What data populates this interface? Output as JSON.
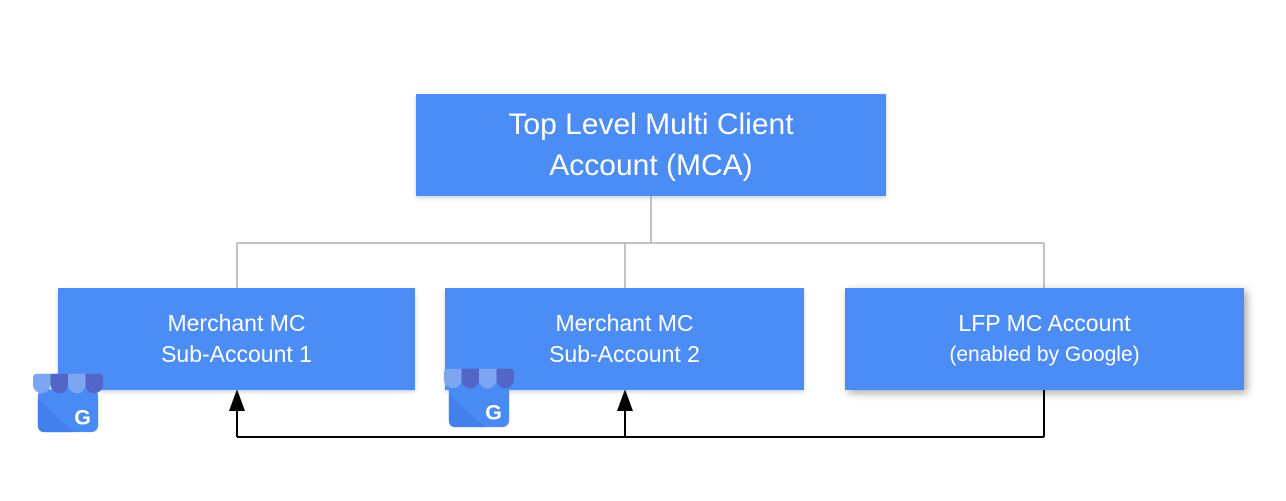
{
  "nodes": {
    "mca": {
      "line1": "Top Level Multi Client",
      "line2": "Account (MCA)"
    },
    "sub1": {
      "line1": "Merchant MC",
      "line2": "Sub-Account 1"
    },
    "sub2": {
      "line1": "Merchant MC",
      "line2": "Sub-Account 2"
    },
    "lfp": {
      "line1": "LFP MC Account",
      "line2": "(enabled by Google)"
    }
  },
  "icons": {
    "google_my_business": {
      "name": "google-my-business-storefront-icon",
      "letter": "G"
    }
  },
  "colors": {
    "node_fill": "#4C8CF5",
    "node_text": "#FFFFFF",
    "tree_line": "#ADADAD",
    "arrow_line": "#000000",
    "icon_body": "#4A8AF4",
    "icon_body_shade": "#4380EC",
    "icon_awning_light": "#7CA6F2",
    "icon_awning_dark": "#5365C6",
    "icon_letter_color": "#FFFFFF"
  }
}
